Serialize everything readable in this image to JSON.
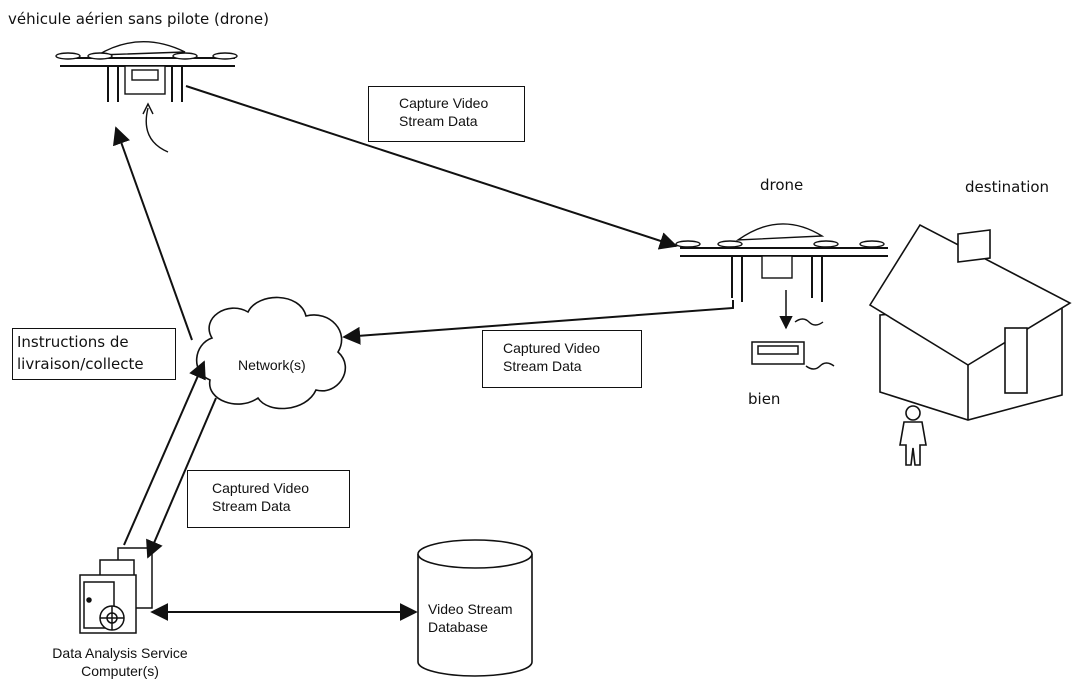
{
  "labels": {
    "top_drone": "véhicule aérien sans pilote (drone)",
    "drone": "drone",
    "destination": "destination",
    "goods": "bien",
    "instructions_line1": "Instructions de",
    "instructions_line2": "livraison/collecte",
    "network": "Network(s)",
    "capture_line1": "Capture Video",
    "capture_line2": "Stream Data",
    "captured1_line1": "Captured Video",
    "captured1_line2": "Stream Data",
    "captured2_line1": "Captured Video",
    "captured2_line2": "Stream Data",
    "database_line1": "Video Stream",
    "database_line2": "Database",
    "computer_line1": "Data Analysis Service",
    "computer_line2": "Computer(s)"
  },
  "icons": [
    "drone-icon",
    "house-icon",
    "person-icon",
    "package-icon",
    "cloud-icon",
    "computer-icon",
    "database-icon"
  ]
}
